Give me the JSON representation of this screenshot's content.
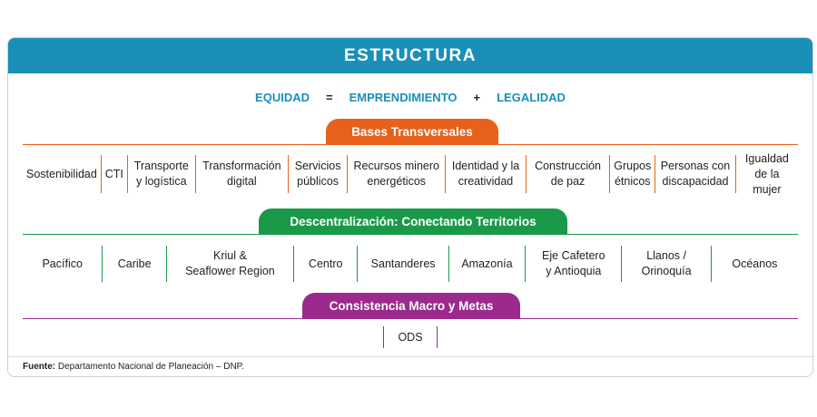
{
  "title": "ESTRUCTURA",
  "formula": {
    "term1": "EQUIDAD",
    "op1": "=",
    "term2": "EMPRENDIMIENTO",
    "op2": "+",
    "term3": "LEGALIDAD"
  },
  "sections": [
    {
      "label": "Bases Transversales",
      "color": "#e8611a",
      "items": [
        "Sostenibilidad",
        "CTI",
        "Transporte\ny logística",
        "Transformación\ndigital",
        "Servicios\npúblicos",
        "Recursos minero\nenergéticos",
        "Identidad y la\ncreatividad",
        "Construcción\nde paz",
        "Grupos\nétnicos",
        "Personas con\ndiscapacidad",
        "Igualdad\nde la mujer"
      ]
    },
    {
      "label": "Descentralización: Conectando Territorios",
      "color": "#1a9a48",
      "items": [
        "Pacífico",
        "Caribe",
        "Kriul &\nSeaflower Region",
        "Centro",
        "Santanderes",
        "Amazonía",
        "Eje Cafetero\ny Antioquia",
        "Llanos /\nOrinoquía",
        "Océanos"
      ]
    },
    {
      "label": "Consistencia Macro y Metas",
      "color": "#9b2a8c",
      "items": [
        "ODS"
      ]
    }
  ],
  "source": {
    "label": "Fuente:",
    "text": "Departamento Nacional de Planeación – DNP."
  }
}
